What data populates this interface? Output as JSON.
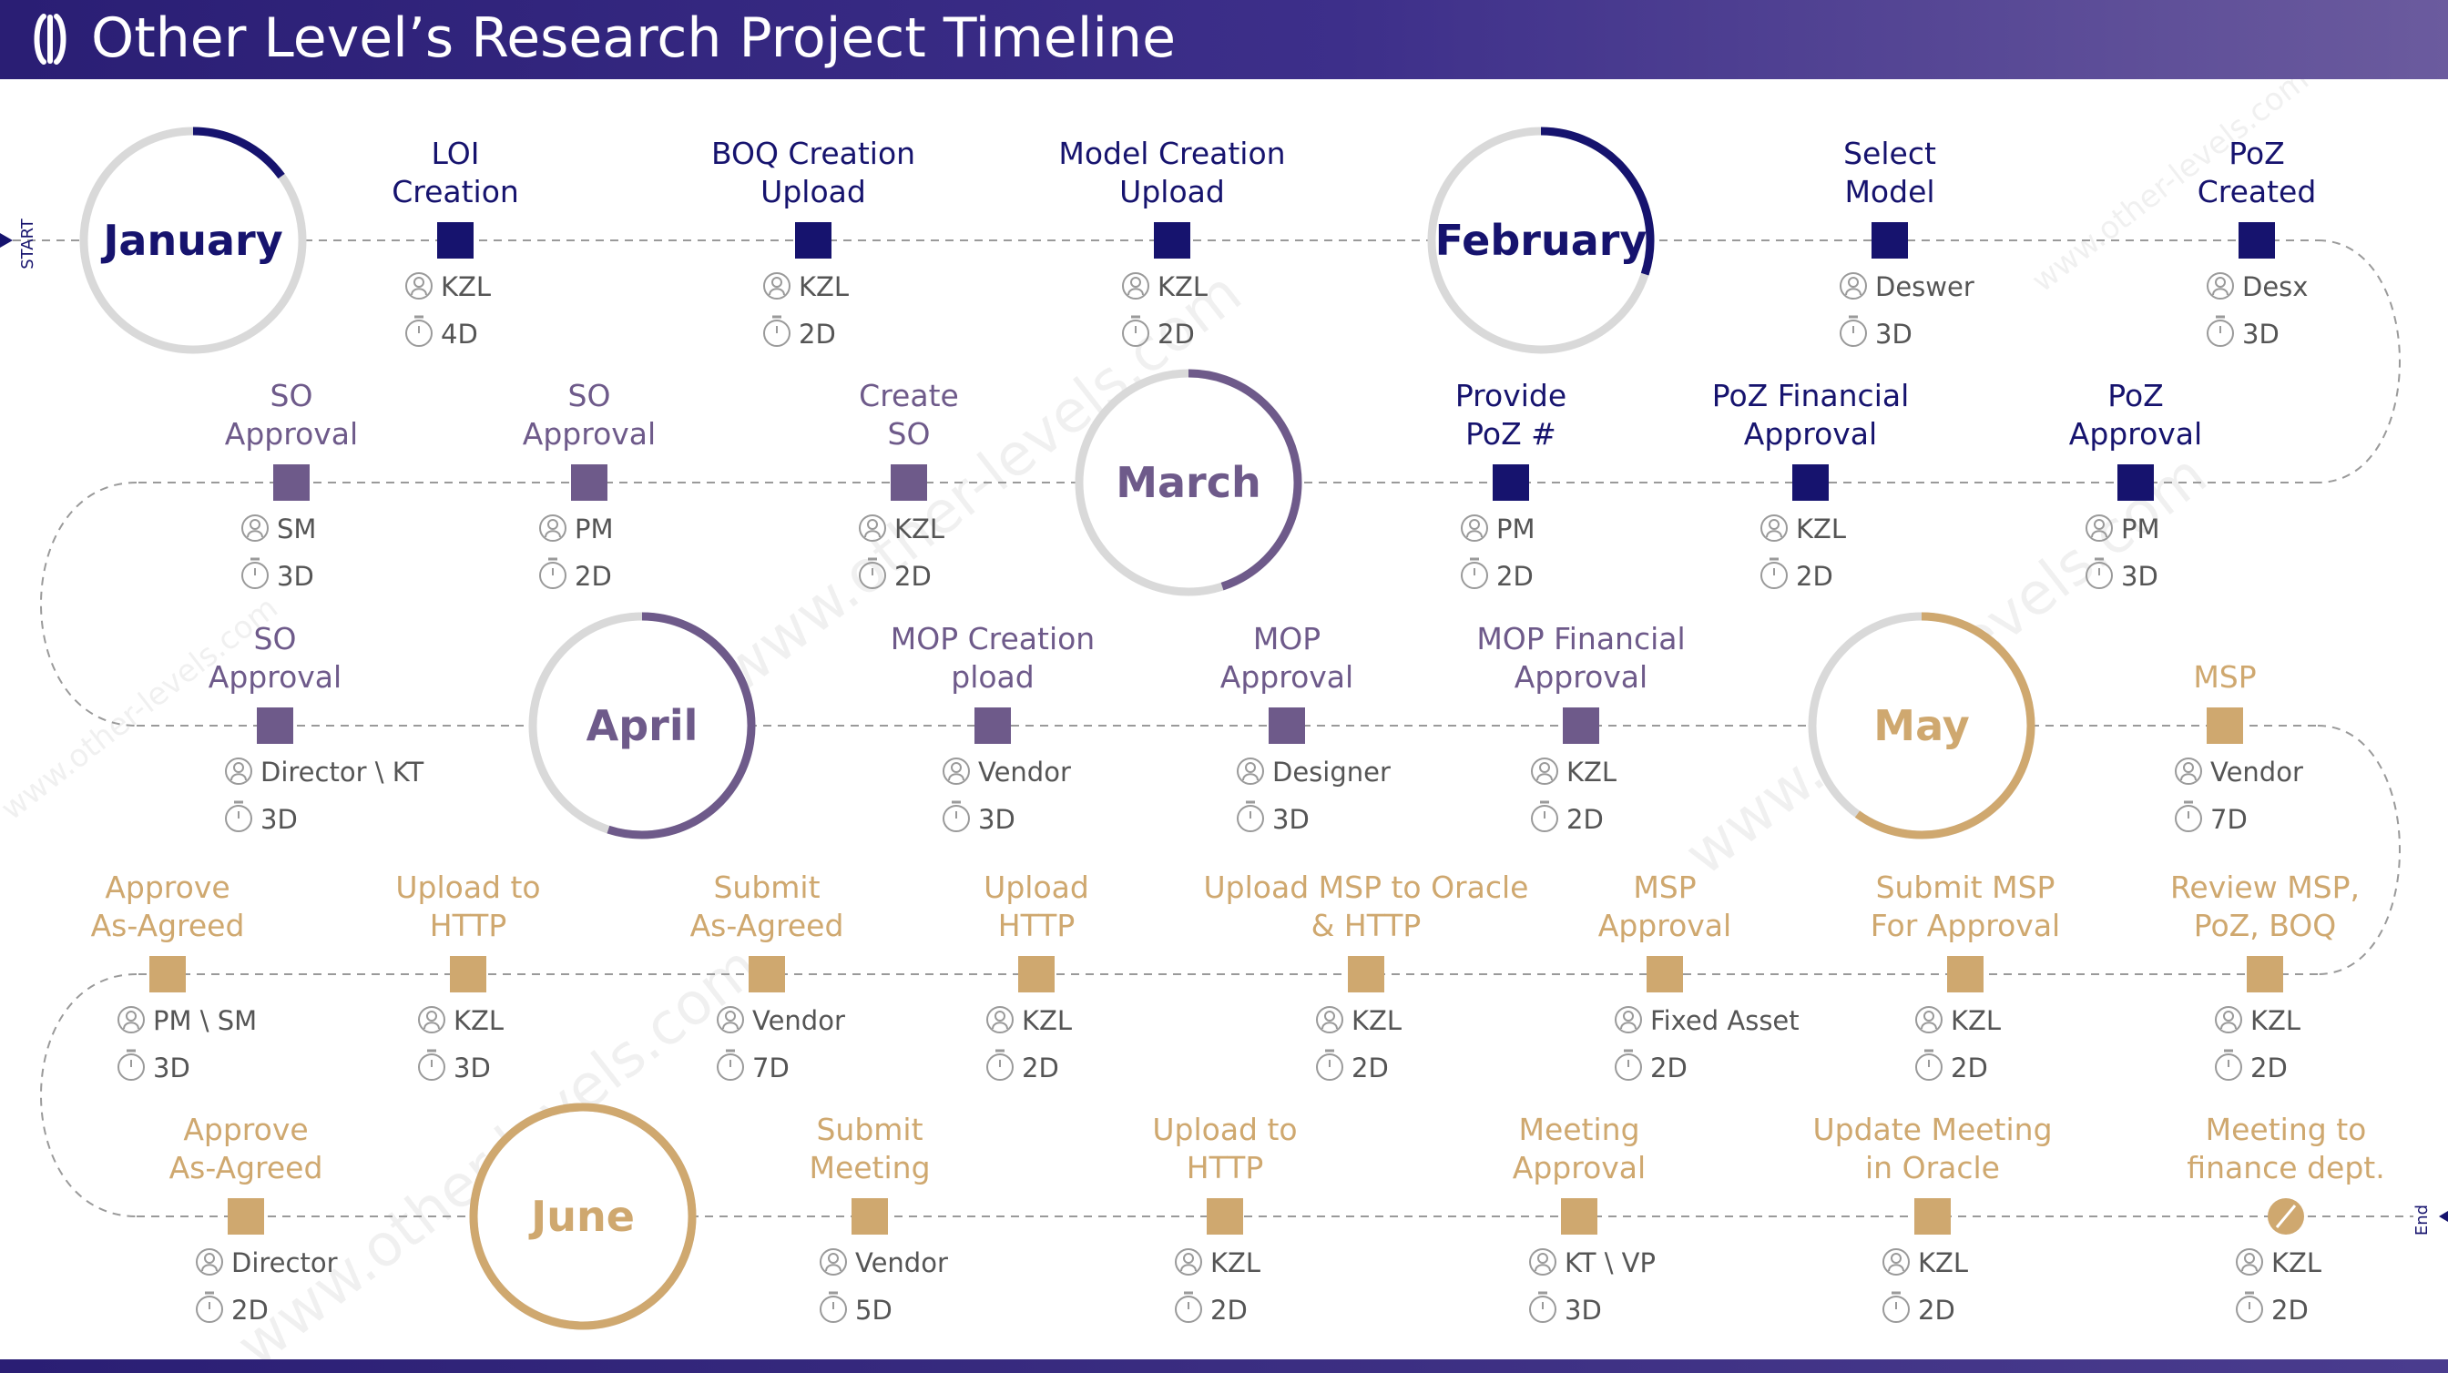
{
  "header": {
    "title": "Other Level’s Research Project Timeline"
  },
  "labels": {
    "start": "START",
    "end": "End"
  },
  "watermark": "www.other-levels.com",
  "colors": {
    "navy": "#16136e",
    "purple": "#6e5a8a",
    "tan": "#cfa86f",
    "ring": "#d9d9d9",
    "text_muted": "#555555",
    "line": "#9a9a9a"
  },
  "months": [
    {
      "name": "January",
      "color": "navy",
      "progress": 0.15
    },
    {
      "name": "February",
      "color": "navy",
      "progress": 0.3
    },
    {
      "name": "March",
      "color": "purple",
      "progress": 0.45
    },
    {
      "name": "April",
      "color": "purple",
      "progress": 0.55
    },
    {
      "name": "May",
      "color": "tan",
      "progress": 0.6
    },
    {
      "name": "June",
      "color": "tan",
      "progress": 1.0
    }
  ],
  "rows": [
    {
      "color": "navy",
      "tasks": [
        {
          "title": [
            "LOI",
            "Creation"
          ],
          "owner": "KZL",
          "duration": "4D"
        },
        {
          "title": [
            "BOQ Creation",
            "Upload"
          ],
          "owner": "KZL",
          "duration": "2D"
        },
        {
          "title": [
            "Model Creation",
            "Upload"
          ],
          "owner": "KZL",
          "duration": "2D"
        },
        {
          "title": [
            "Select",
            "Model"
          ],
          "owner": "Deswer",
          "duration": "3D"
        },
        {
          "title": [
            "PoZ",
            "Created"
          ],
          "owner": "Desx",
          "duration": "3D"
        }
      ]
    },
    {
      "color": "mixed",
      "tasks": [
        {
          "title": [
            "SO",
            "Approval"
          ],
          "owner": "SM",
          "duration": "3D",
          "color": "purple"
        },
        {
          "title": [
            "SO",
            "Approval"
          ],
          "owner": "PM",
          "duration": "2D",
          "color": "purple"
        },
        {
          "title": [
            "Create",
            "SO"
          ],
          "owner": "KZL",
          "duration": "2D",
          "color": "purple"
        },
        {
          "title": [
            "Provide",
            "PoZ #"
          ],
          "owner": "PM",
          "duration": "2D",
          "color": "navy"
        },
        {
          "title": [
            "PoZ Financial",
            "Approval"
          ],
          "owner": "KZL",
          "duration": "2D",
          "color": "navy"
        },
        {
          "title": [
            "PoZ",
            "Approval"
          ],
          "owner": "PM",
          "duration": "3D",
          "color": "navy"
        }
      ]
    },
    {
      "color": "mixed",
      "tasks": [
        {
          "title": [
            "SO",
            "Approval"
          ],
          "owner": "Director \\ KT",
          "duration": "3D",
          "color": "purple"
        },
        {
          "title": [
            "MOP Creation",
            "pload"
          ],
          "owner": "Vendor",
          "duration": "3D",
          "color": "purple"
        },
        {
          "title": [
            "MOP",
            "Approval"
          ],
          "owner": "Designer",
          "duration": "3D",
          "color": "purple"
        },
        {
          "title": [
            "MOP Financial",
            "Approval"
          ],
          "owner": "KZL",
          "duration": "2D",
          "color": "purple"
        },
        {
          "title": [
            "MSP"
          ],
          "owner": "Vendor",
          "duration": "7D",
          "color": "tan"
        }
      ]
    },
    {
      "color": "tan",
      "tasks": [
        {
          "title": [
            "Approve",
            "As-Agreed"
          ],
          "owner": "PM \\ SM",
          "duration": "3D"
        },
        {
          "title": [
            "Upload to",
            "HTTP"
          ],
          "owner": "KZL",
          "duration": "3D"
        },
        {
          "title": [
            "Submit",
            "As-Agreed"
          ],
          "owner": "Vendor",
          "duration": "7D"
        },
        {
          "title": [
            "Upload",
            "HTTP"
          ],
          "owner": "KZL",
          "duration": "2D"
        },
        {
          "title": [
            "Upload MSP to Oracle",
            "& HTTP"
          ],
          "owner": "KZL",
          "duration": "2D"
        },
        {
          "title": [
            "MSP",
            "Approval"
          ],
          "owner": "Fixed Asset",
          "duration": "2D"
        },
        {
          "title": [
            "Submit MSP",
            "For Approval"
          ],
          "owner": "KZL",
          "duration": "2D"
        },
        {
          "title": [
            "Review MSP,",
            "PoZ, BOQ"
          ],
          "owner": "KZL",
          "duration": "2D"
        }
      ]
    },
    {
      "color": "tan",
      "tasks": [
        {
          "title": [
            "Approve",
            "As-Agreed"
          ],
          "owner": "Director",
          "duration": "2D"
        },
        {
          "title": [
            "Submit",
            "Meeting"
          ],
          "owner": "Vendor",
          "duration": "5D"
        },
        {
          "title": [
            "Upload to",
            "HTTP"
          ],
          "owner": "KZL",
          "duration": "2D"
        },
        {
          "title": [
            "Meeting",
            "Approval"
          ],
          "owner": "KT \\ VP",
          "duration": "3D"
        },
        {
          "title": [
            "Update Meeting",
            "in Oracle"
          ],
          "owner": "KZL",
          "duration": "2D"
        },
        {
          "title": [
            "Meeting to",
            "finance dept."
          ],
          "owner": "KZL",
          "duration": "2D"
        }
      ]
    }
  ]
}
